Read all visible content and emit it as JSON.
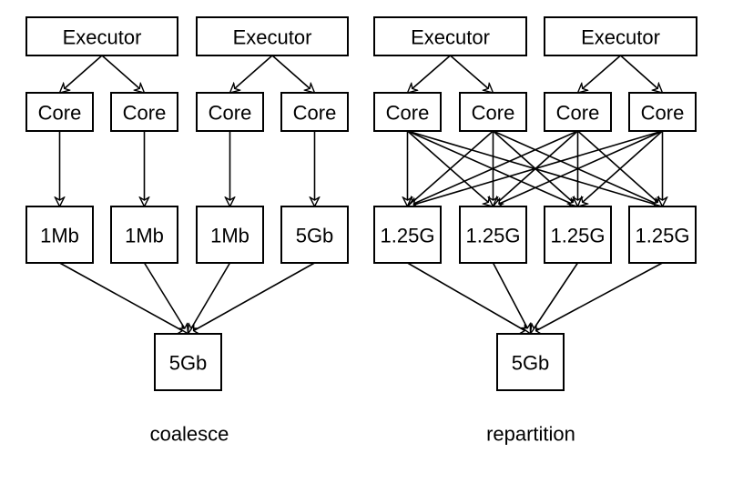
{
  "diagrams": [
    {
      "id": "coalesce",
      "caption": "coalesce",
      "executors": [
        {
          "label": "Executor",
          "cores": [
            0,
            1
          ]
        },
        {
          "label": "Executor",
          "cores": [
            2,
            3
          ]
        }
      ],
      "cores": [
        "Core",
        "Core",
        "Core",
        "Core"
      ],
      "partitions": [
        "1Mb",
        "1Mb",
        "1Mb",
        "5Gb"
      ],
      "core_to_partition": "one-to-one",
      "output": "5Gb"
    },
    {
      "id": "repartition",
      "caption": "repartition",
      "executors": [
        {
          "label": "Executor",
          "cores": [
            0,
            1
          ]
        },
        {
          "label": "Executor",
          "cores": [
            2,
            3
          ]
        }
      ],
      "cores": [
        "Core",
        "Core",
        "Core",
        "Core"
      ],
      "partitions": [
        "1.25G",
        "1.25G",
        "1.25G",
        "1.25G"
      ],
      "core_to_partition": "all-to-all",
      "output": "5Gb"
    }
  ]
}
